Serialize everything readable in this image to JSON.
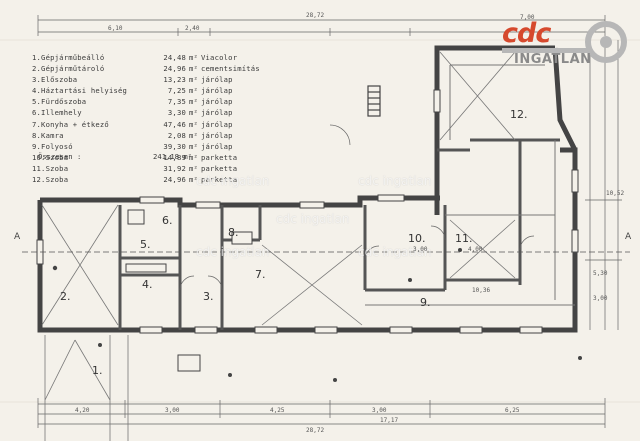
{
  "legend": [
    {
      "name": "1.Gépjárműbeálló",
      "area": "24,48",
      "unit": "m²",
      "material": "Viacolor"
    },
    {
      "name": "2.Gépjárműtároló",
      "area": "24,96",
      "unit": "m²",
      "material": "cementsimítás"
    },
    {
      "name": "3.Előszoba",
      "area": "13,23",
      "unit": "m²",
      "material": "járólap"
    },
    {
      "name": "4.Háztartási helyiség",
      "area": "7,25",
      "unit": "m²",
      "material": "járólap"
    },
    {
      "name": "5.Fürdőszoba",
      "area": "7,35",
      "unit": "m²",
      "material": "járólap"
    },
    {
      "name": "6.Illemhely",
      "area": "3,30",
      "unit": "m²",
      "material": "járólap"
    },
    {
      "name": "7.Konyha + étkező",
      "area": "47,46",
      "unit": "m²",
      "material": "járólap"
    },
    {
      "name": "8.Kamra",
      "area": "2,08",
      "unit": "m²",
      "material": "járólap"
    },
    {
      "name": "9.Folyosó",
      "area": "39,30",
      "unit": "m²",
      "material": "járólap"
    },
    {
      "name": "10.Szoba",
      "area": "14,89",
      "unit": "m²",
      "material": "parketta"
    },
    {
      "name": "11.Szoba",
      "area": "31,92",
      "unit": "m²",
      "material": "parketta"
    },
    {
      "name": "12.Szoba",
      "area": "24,96",
      "unit": "m²",
      "material": "parketta"
    }
  ],
  "total": {
    "label": "Összesen :",
    "value": "241,18 m²"
  },
  "logo": {
    "mark": "cdc",
    "text": "INGATLAN"
  },
  "watermark": "cdc ingatlan",
  "rooms": {
    "r1": "1.",
    "r2": "2.",
    "r3": "3.",
    "r4": "4.",
    "r5": "5.",
    "r6": "6.",
    "r7": "7.",
    "r8": "8.",
    "r9": "9.",
    "r10": "10.",
    "r11": "11.",
    "r12": "12."
  },
  "dims": {
    "top_total": "28,72",
    "bottom_total": "28,72",
    "bottom_sub": "17,17",
    "top_a": "6,10",
    "top_b": "2,40",
    "top_c": "7,00",
    "b1": "4,20",
    "b2": "3,00",
    "b3": "4,25",
    "b4": "3,00",
    "b5": "6,25",
    "r_a": "10,52",
    "r_b": "5,30",
    "r_c": "3,00",
    "s1": "4,00",
    "s2": "3,00",
    "s3": "10,36"
  },
  "section_marks": {
    "left": "A",
    "right": "A"
  }
}
